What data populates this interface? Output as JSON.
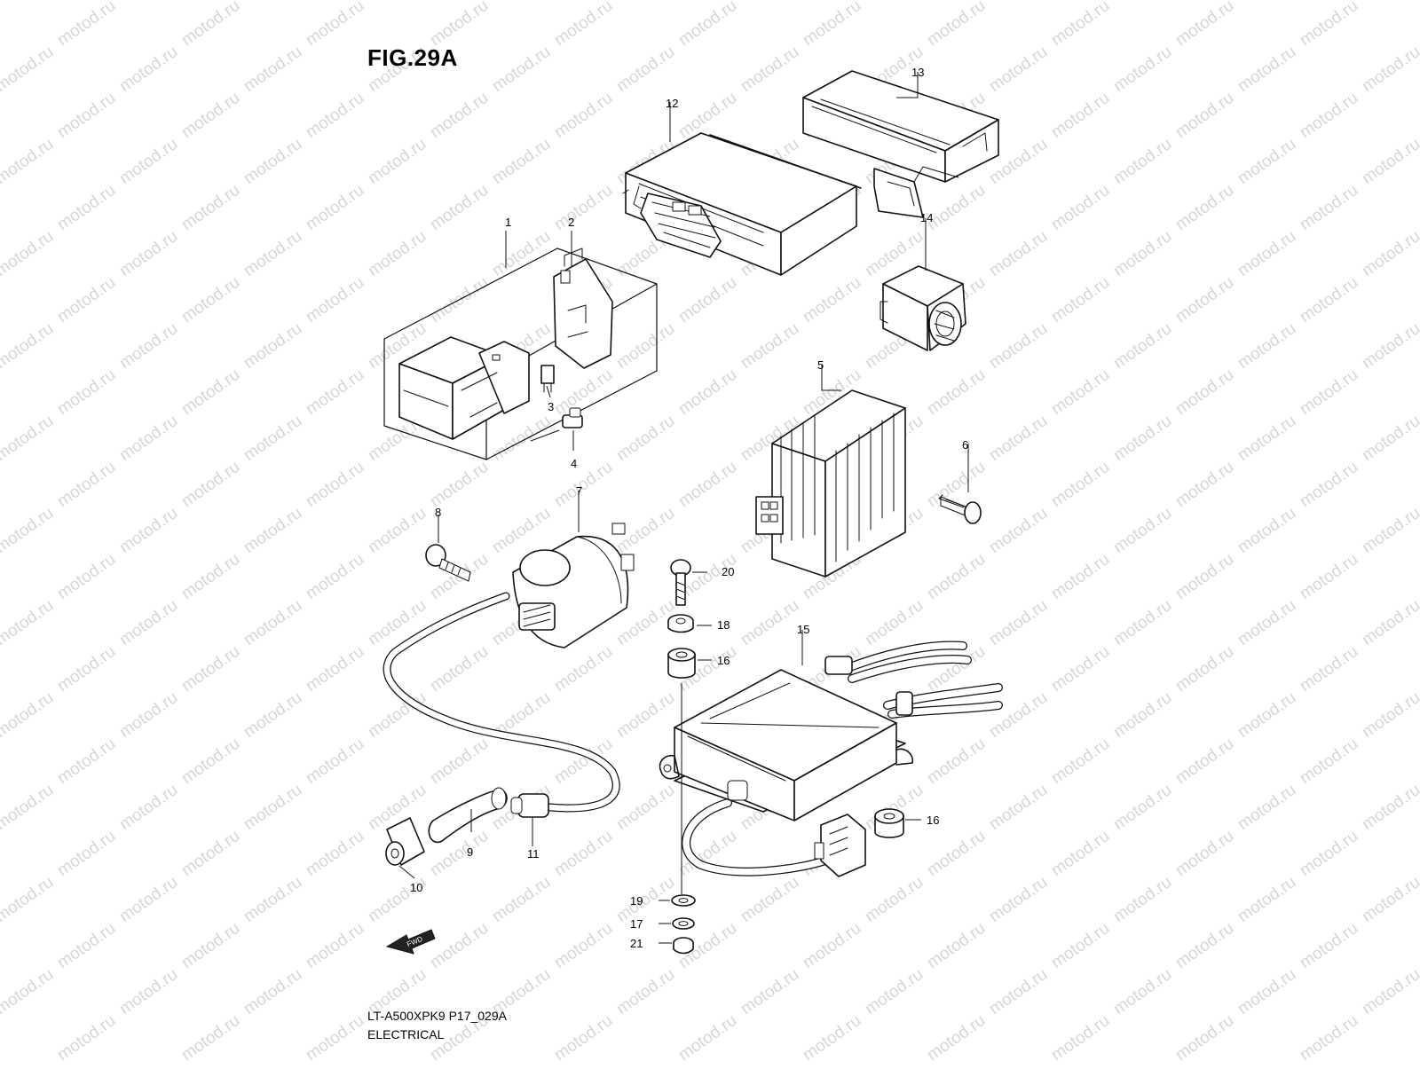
{
  "figure": {
    "title": "FIG.29A",
    "model_code": "LT-A500XPK9 P17_029A",
    "section": "ELECTRICAL",
    "fwd_label": "FWD",
    "watermark": "motod.ru"
  },
  "callouts": [
    {
      "id": "c1",
      "label": "1"
    },
    {
      "id": "c2",
      "label": "2"
    },
    {
      "id": "c3",
      "label": "3"
    },
    {
      "id": "c4",
      "label": "4"
    },
    {
      "id": "c5",
      "label": "5"
    },
    {
      "id": "c6",
      "label": "6"
    },
    {
      "id": "c7",
      "label": "7"
    },
    {
      "id": "c8",
      "label": "8"
    },
    {
      "id": "c9",
      "label": "9"
    },
    {
      "id": "c10",
      "label": "10"
    },
    {
      "id": "c11",
      "label": "11"
    },
    {
      "id": "c12",
      "label": "12"
    },
    {
      "id": "c13",
      "label": "13"
    },
    {
      "id": "c14",
      "label": "14"
    },
    {
      "id": "c15",
      "label": "15"
    },
    {
      "id": "c16a",
      "label": "16"
    },
    {
      "id": "c16b",
      "label": "16"
    },
    {
      "id": "c17",
      "label": "17"
    },
    {
      "id": "c18",
      "label": "18"
    },
    {
      "id": "c19",
      "label": "19"
    },
    {
      "id": "c20",
      "label": "20"
    },
    {
      "id": "c21",
      "label": "21"
    }
  ]
}
